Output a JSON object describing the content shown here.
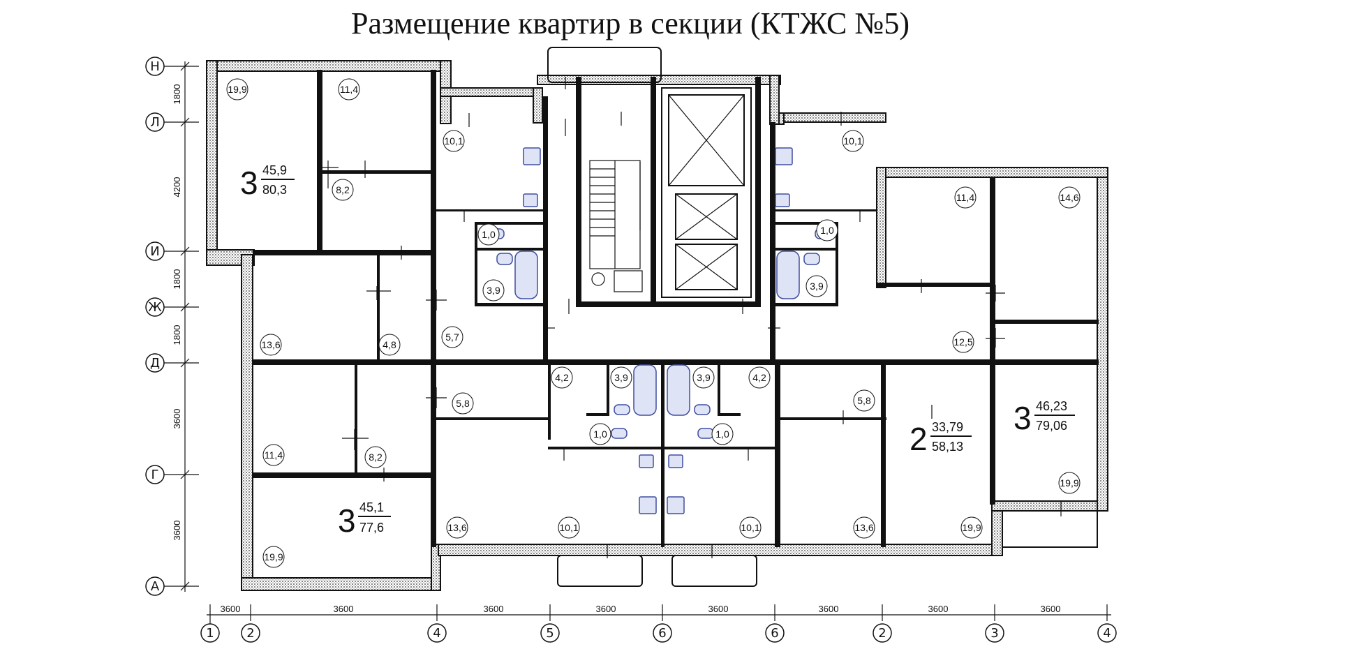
{
  "title": "Размещение квартир в секции (КТЖС №5)",
  "row_axes": [
    {
      "label": "Н"
    },
    {
      "label": "Л"
    },
    {
      "label": "И"
    },
    {
      "label": "Ж"
    },
    {
      "label": "Д"
    },
    {
      "label": "Г"
    },
    {
      "label": "А"
    }
  ],
  "row_dims": [
    "1800",
    "4200",
    "1800",
    "1800",
    "3600",
    "3600"
  ],
  "col_axes": [
    "1",
    "2",
    "4",
    "5",
    "6",
    "6",
    "2",
    "3",
    "4"
  ],
  "col_dims": [
    "3600",
    "3600",
    "3600",
    "3600",
    "3600",
    "3600",
    "3600",
    "3600"
  ],
  "rooms": [
    "19,9",
    "11,4",
    "8,2",
    "10,1",
    "1,0",
    "3,9",
    "13,6",
    "4,8",
    "5,7",
    "10,1",
    "1,0",
    "3,9",
    "11,4",
    "14,6",
    "12,5",
    "4,2",
    "3,9",
    "3,9",
    "4,2",
    "5,8",
    "1,0",
    "1,0",
    "5,8",
    "11,4",
    "8,2",
    "13,6",
    "10,1",
    "10,1",
    "13,6",
    "19,9",
    "19,9",
    "19,9"
  ],
  "apartments": [
    {
      "rooms": "3",
      "living": "45,9",
      "total": "80,3"
    },
    {
      "rooms": "3",
      "living": "45,1",
      "total": "77,6"
    },
    {
      "rooms": "2",
      "living": "33,79",
      "total": "58,13"
    },
    {
      "rooms": "3",
      "living": "46,23",
      "total": "79,06"
    }
  ]
}
